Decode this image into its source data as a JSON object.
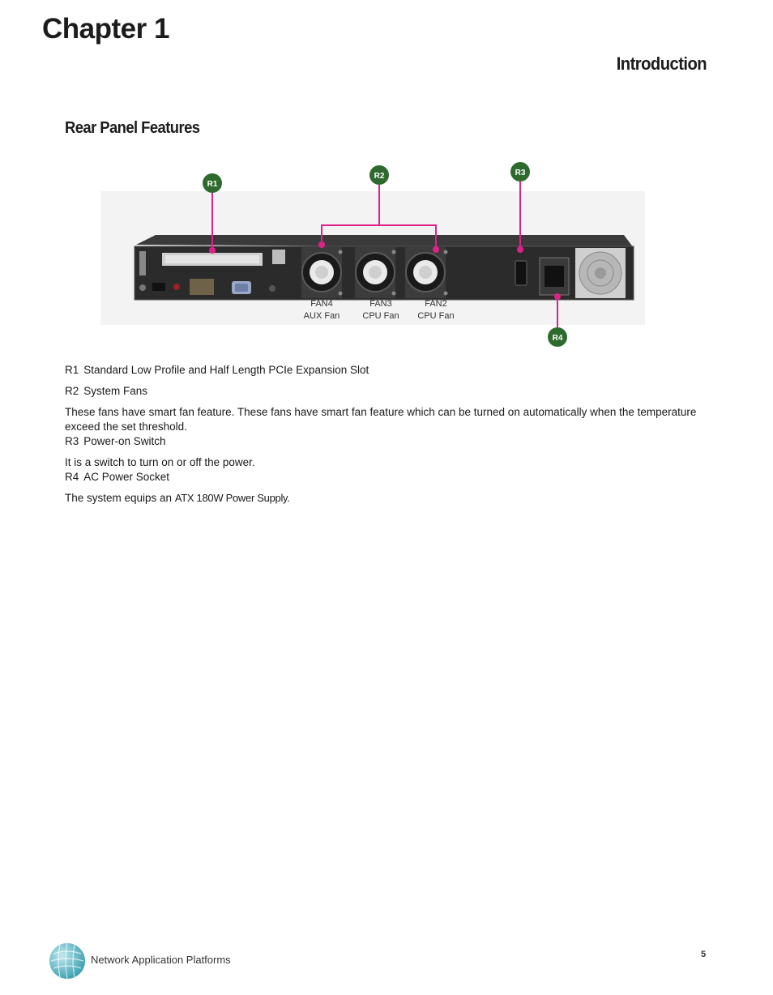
{
  "header": {
    "chapter": "Chapter 1",
    "section": "Introduction"
  },
  "subsection": "Rear Panel Features",
  "figure": {
    "callouts": {
      "r1": "R1",
      "r2": "R2",
      "r3": "R3",
      "r4": "R4"
    },
    "fans": [
      {
        "id": "FAN4",
        "type": "AUX Fan"
      },
      {
        "id": "FAN3",
        "type": "CPU Fan"
      },
      {
        "id": "FAN2",
        "type": "CPU Fan"
      }
    ],
    "callout_color": "#2e6a2e",
    "leader_color": "#e0218a"
  },
  "items": [
    {
      "code": "R1",
      "title": "Standard Low Profile and Half Length PCIe Expansion Slot",
      "desc": ""
    },
    {
      "code": "R2",
      "title": "System Fans",
      "desc": "These fans have smart fan feature. These fans have smart fan feature which can be turned on automatically when the temperature exceed the set threshold."
    },
    {
      "code": "R3",
      "title": "Power-on Switch",
      "desc": "It is a switch to turn on or off the power."
    },
    {
      "code": "R4",
      "title": "AC Power Socket",
      "desc_prefix": "The system equips an ",
      "desc_spec": "ATX 180W Power Supply."
    }
  ],
  "footer": {
    "text": "Network Application Platforms",
    "page": "5"
  }
}
